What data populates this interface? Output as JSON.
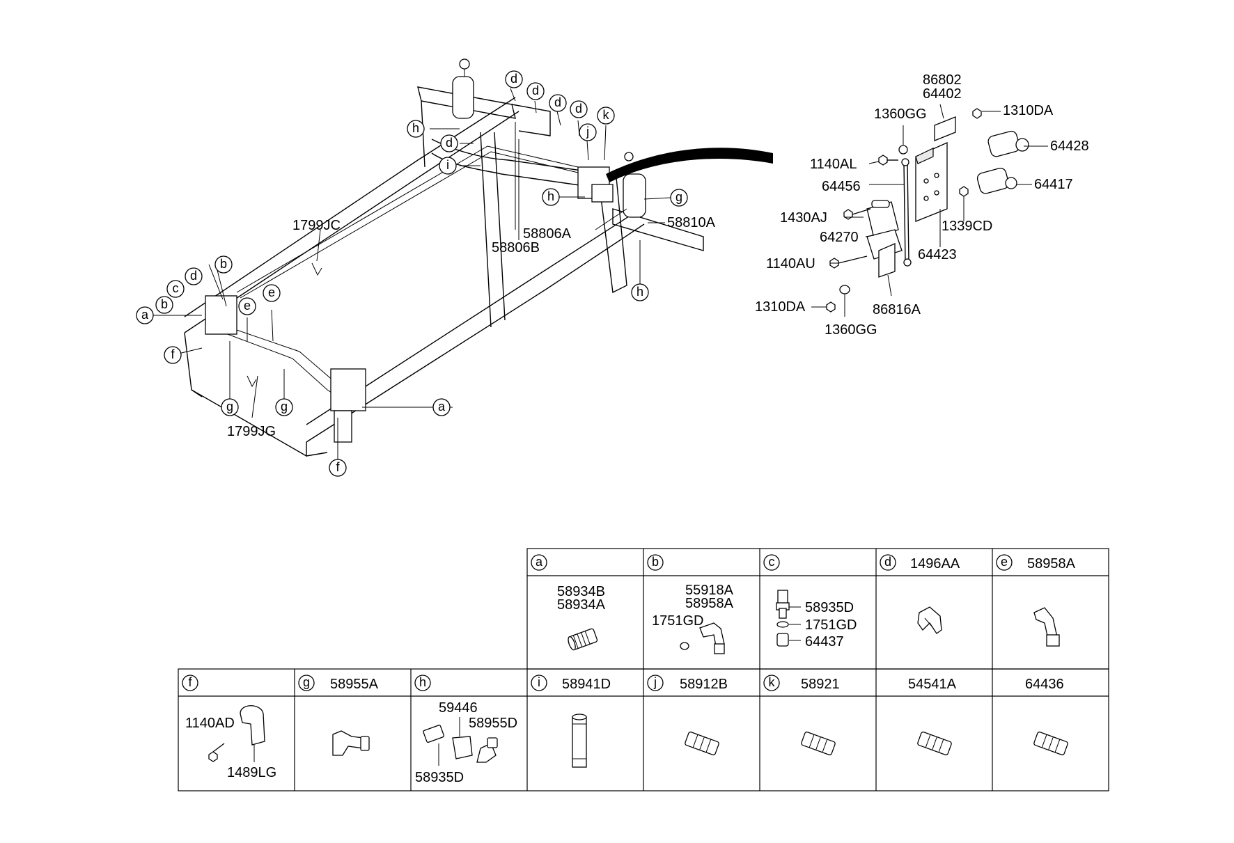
{
  "callouts": {
    "a1": "a",
    "a2": "a",
    "b1": "b",
    "b2": "b",
    "c1": "c",
    "d1": "d",
    "d2": "d",
    "d3": "d",
    "d4": "d",
    "d5": "d",
    "d6": "d",
    "e1": "e",
    "e2": "e",
    "f1": "f",
    "f2": "f",
    "g1": "g",
    "g2": "g",
    "g3": "g",
    "h1": "h",
    "h2": "h",
    "h3": "h",
    "i1": "i",
    "j1": "j",
    "k1": "k"
  },
  "frame_labels": {
    "l1799JC": "1799JC",
    "l1799JG": "1799JG",
    "l58806A": "58806A",
    "l58806B": "58806B",
    "l58810A": "58810A"
  },
  "valve_labels": {
    "l86802": "86802",
    "l64402": "64402",
    "l1310DA_top": "1310DA",
    "l1360GG_top": "1360GG",
    "l64428": "64428",
    "l1140AL": "1140AL",
    "l64417": "64417",
    "l64456": "64456",
    "l1430AJ": "1430AJ",
    "l1339CD": "1339CD",
    "l64270": "64270",
    "l64423": "64423",
    "l1140AU": "1140AU",
    "l1310DA_bot": "1310DA",
    "l86816A": "86816A",
    "l1360GG_bot": "1360GG"
  },
  "table": {
    "row1": [
      {
        "letter": "a",
        "part": ""
      },
      {
        "letter": "b",
        "part": ""
      },
      {
        "letter": "c",
        "part": ""
      },
      {
        "letter": "d",
        "part": "1496AA"
      },
      {
        "letter": "e",
        "part": "58958A"
      }
    ],
    "row2": [
      {
        "letter": "f",
        "part": ""
      },
      {
        "letter": "g",
        "part": "58955A"
      },
      {
        "letter": "h",
        "part": ""
      },
      {
        "letter": "i",
        "part": "58941D"
      },
      {
        "letter": "j",
        "part": "58912B"
      },
      {
        "letter": "k",
        "part": "58921"
      },
      {
        "letter": "",
        "part": "54541A"
      },
      {
        "letter": "",
        "part": "64436"
      }
    ],
    "cell_labels": {
      "a1": "58934B",
      "a2": "58934A",
      "b1": "55918A",
      "b2": "58958A",
      "b3": "1751GD",
      "c1": "58935D",
      "c2": "1751GD",
      "c3": "64437",
      "f1": "1140AD",
      "f2": "1489LG",
      "h1": "59446",
      "h2": "58955D",
      "h3": "58935D"
    }
  }
}
